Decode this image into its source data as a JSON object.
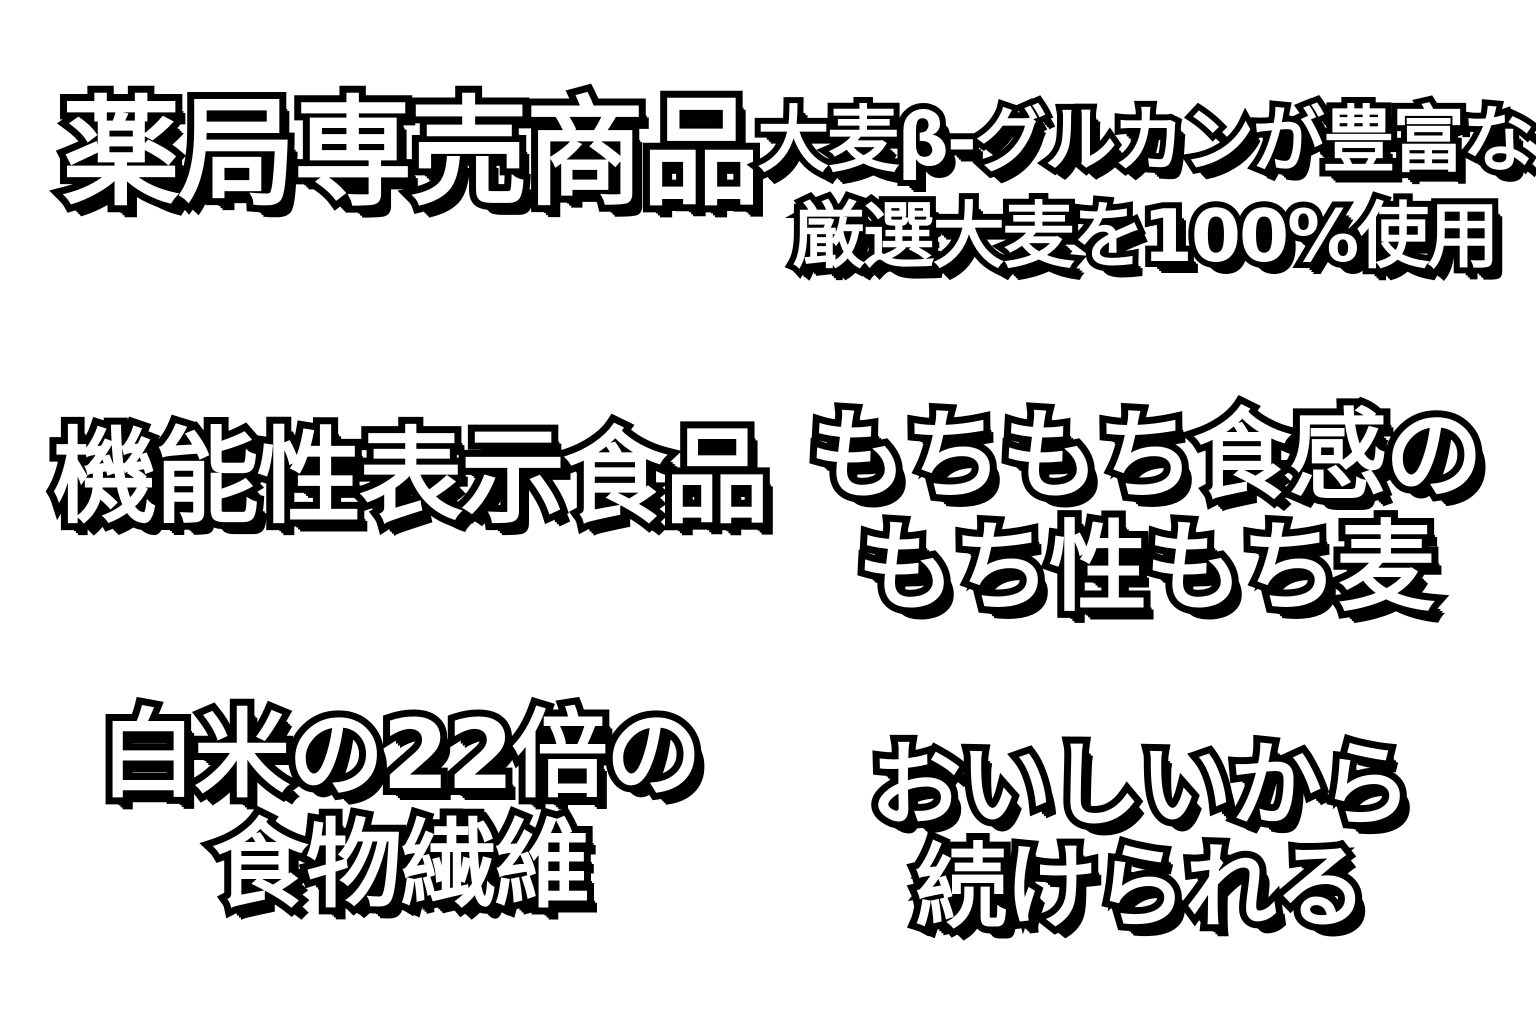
{
  "labels": [
    {
      "lines": [
        "薬局専売商品"
      ]
    },
    {
      "lines": [
        "大麦β-グルカンが豊富な",
        "厳選大麦を100%使用"
      ]
    },
    {
      "lines": [
        "機能性表示食品"
      ]
    },
    {
      "lines": [
        "もちもち食感の",
        "もち性もち麦"
      ]
    },
    {
      "lines": [
        "白米の22倍の",
        "食物繊維"
      ]
    },
    {
      "lines": [
        "おいしいから",
        "続けられる"
      ]
    }
  ],
  "colors": {
    "fill": "#ffffff",
    "outline": "#000000",
    "background": "#ffffff"
  }
}
